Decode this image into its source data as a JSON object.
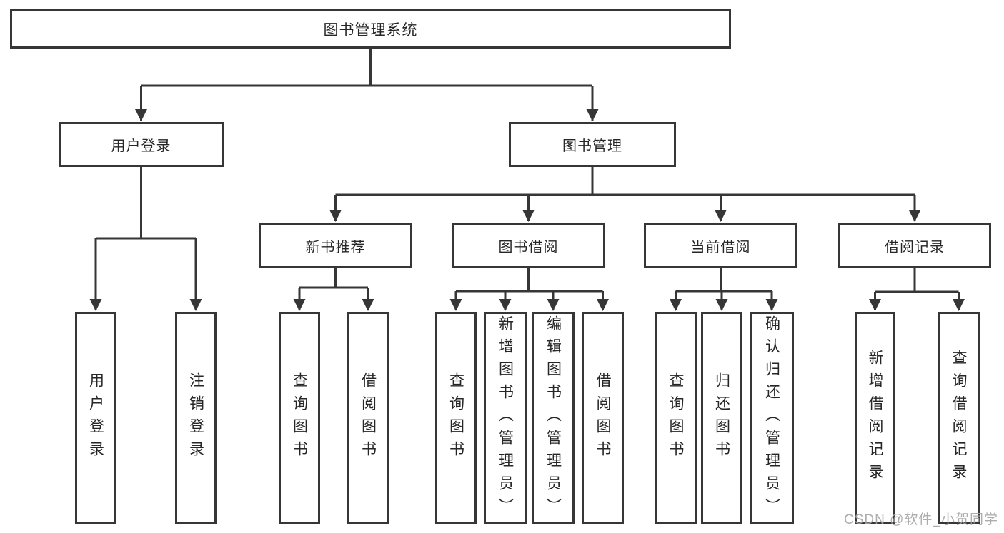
{
  "tree": {
    "root": {
      "label": "图书管理系统",
      "children": [
        {
          "label": "用户登录",
          "children": [
            {
              "label": "用户登录"
            },
            {
              "label": "注销登录"
            }
          ]
        },
        {
          "label": "图书管理",
          "children": [
            {
              "label": "新书推荐",
              "children": [
                {
                  "label": "查询图书"
                },
                {
                  "label": "借阅图书"
                }
              ]
            },
            {
              "label": "图书借阅",
              "children": [
                {
                  "label": "查询图书"
                },
                {
                  "label": "新增图书（管理员）"
                },
                {
                  "label": "编辑图书（管理员）"
                },
                {
                  "label": "借阅图书"
                }
              ]
            },
            {
              "label": "当前借阅",
              "children": [
                {
                  "label": "查询图书"
                },
                {
                  "label": "归还图书"
                },
                {
                  "label": "确认归还（管理员）"
                }
              ]
            },
            {
              "label": "借阅记录",
              "children": [
                {
                  "label": "新增借阅记录"
                },
                {
                  "label": "查询借阅记录"
                }
              ]
            }
          ]
        }
      ]
    }
  },
  "watermark": {
    "text": "CSDN @软件_小贺同学"
  },
  "colors": {
    "line": "#363636",
    "box_border": "#363636",
    "box_fill": "#ffffff",
    "text": "#262626",
    "watermark": "#a4a4a4"
  }
}
